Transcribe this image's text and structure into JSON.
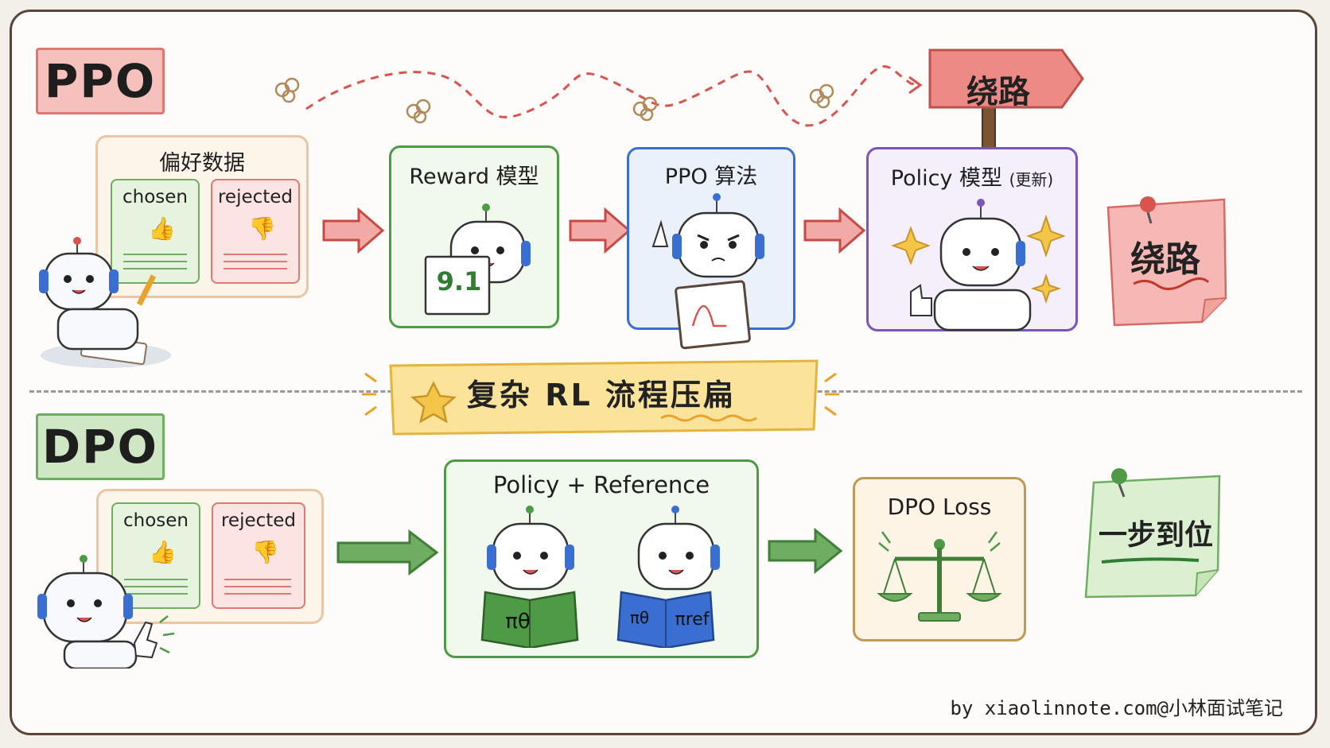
{
  "ppo": {
    "tag": "PPO",
    "pref_title": "偏好数据",
    "chosen": "chosen",
    "rejected": "rejected",
    "reward_title": "Reward 模型",
    "reward_score": "9.1",
    "algo_title": "PPO 算法",
    "policy_title": "Policy 模型",
    "policy_sub": "(更新)",
    "signpost": "绕路",
    "note": "绕路"
  },
  "banner": "复杂 RL 流程压扁",
  "dpo": {
    "tag": "DPO",
    "chosen": "chosen",
    "rejected": "rejected",
    "pr_title": "Policy + Reference",
    "book1": "πθ",
    "book2a": "πθ",
    "book2b": "πref",
    "loss_title": "DPO Loss",
    "note": "一步到位"
  },
  "credit": "by xiaolinnote.com@小林面试笔记",
  "colors": {
    "ppo_red": "#e25f5f",
    "dpo_green": "#4f9a47",
    "blue": "#3a6fd1",
    "purple": "#7b55b8",
    "gold": "#f3c64a"
  }
}
